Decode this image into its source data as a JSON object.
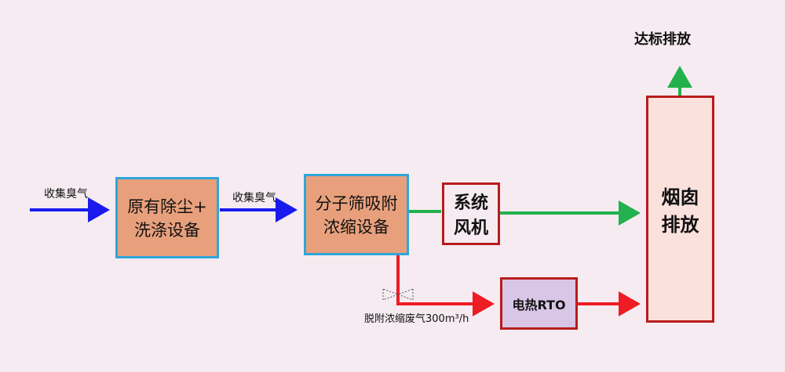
{
  "nodes": {
    "dust": "原有除尘+\n洗涤设备",
    "sieve": "分子筛吸附\n浓缩设备",
    "fan": "系统\n风机",
    "rto": "电热RTO",
    "chimney": "烟囱\n排放"
  },
  "labels": {
    "input1": "收集臭气",
    "input2": "收集臭气",
    "desorb": "脱附浓缩废气300m³/h",
    "output": "达标排放"
  },
  "colors": {
    "blue": "#1a1aee",
    "green": "#22b14c",
    "red": "#ee1c24",
    "box_fill": "#e8a07c",
    "box_border": "#2fa6da",
    "chimney_fill": "#fbe1dc",
    "rto_fill": "#d9c6e6"
  }
}
